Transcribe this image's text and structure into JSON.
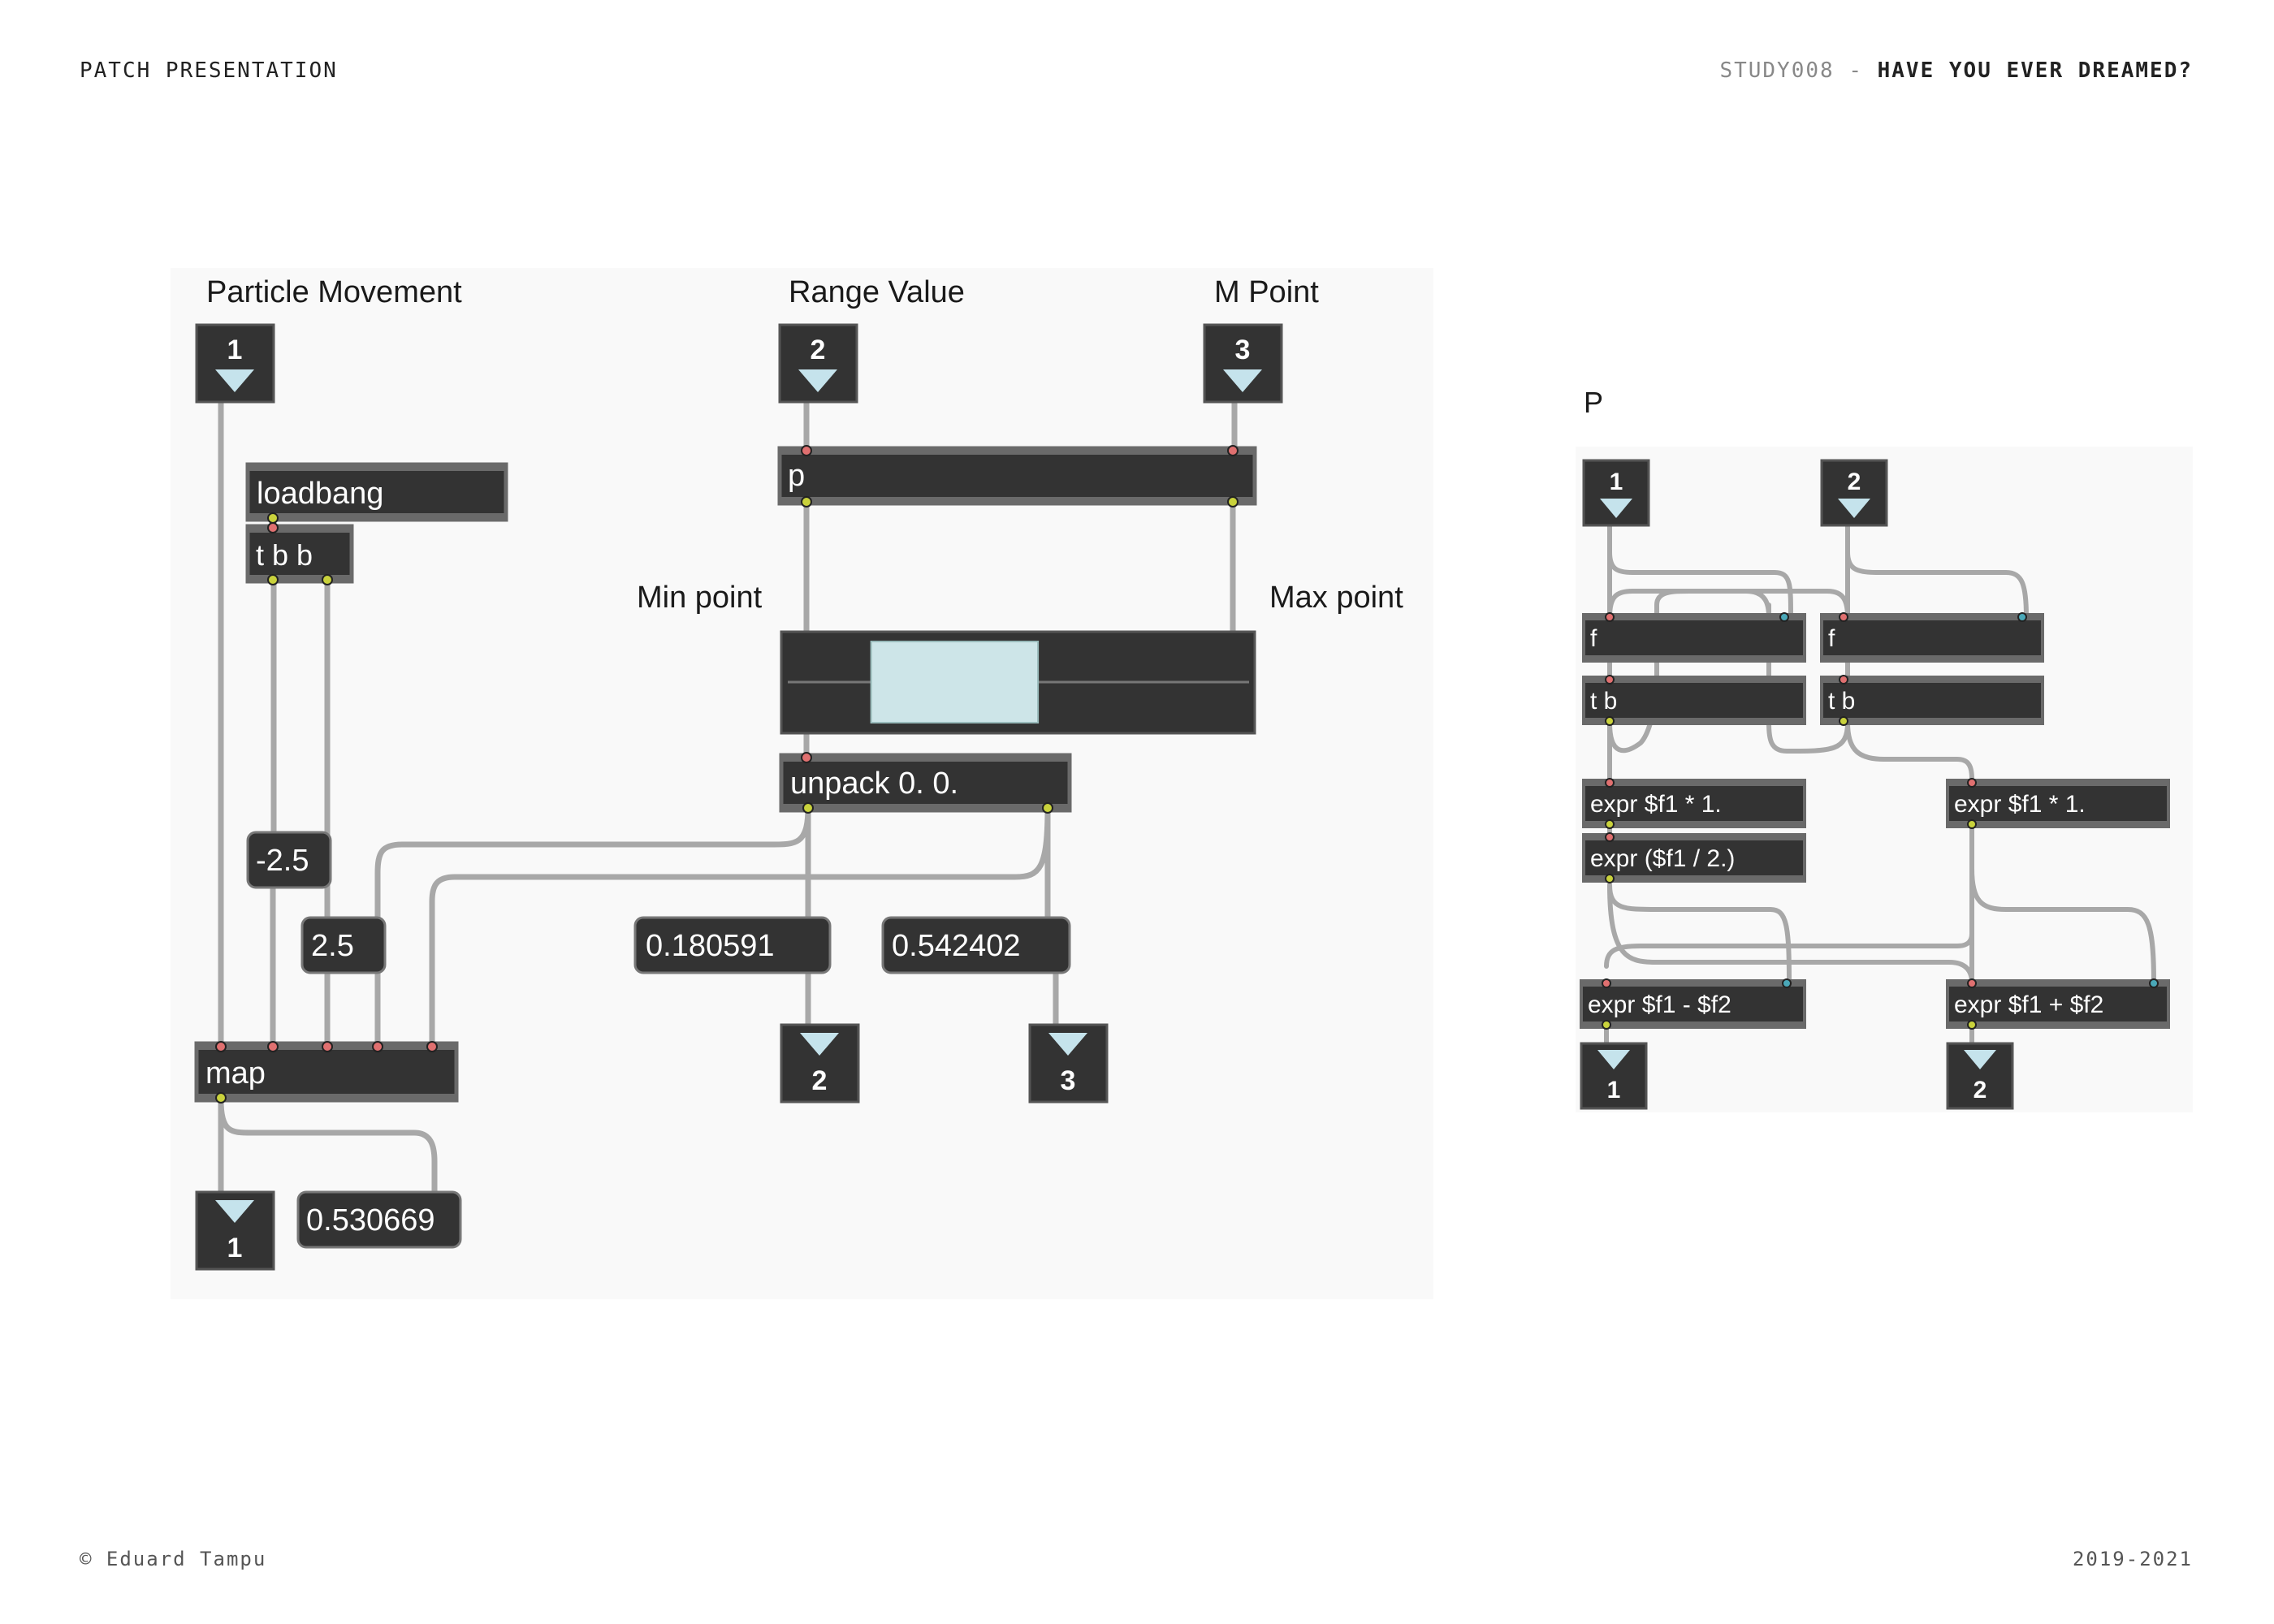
{
  "header": {
    "left": "PATCH PRESENTATION",
    "right_prefix": "STUDY008 - ",
    "right_title": "HAVE YOU EVER DREAMED?"
  },
  "footer": {
    "left": "© Eduard Tampu",
    "right": "2019-2021"
  },
  "main_patch": {
    "labels": {
      "particle_movement": "Particle Movement",
      "range_value": "Range Value",
      "m_point": "M Point",
      "min_point": "Min point",
      "max_point": "Max point"
    },
    "inlets": [
      "1",
      "2",
      "3"
    ],
    "objects": {
      "loadbang": "loadbang",
      "trigger": "t b b",
      "subpatch": "p",
      "unpack": "unpack 0. 0.",
      "map": "map"
    },
    "numbers": {
      "neg": "-2.5",
      "pos": "2.5",
      "out_left": "0.180591",
      "out_right": "0.542402",
      "map_out": "0.530669"
    },
    "outlets": [
      "1",
      "2",
      "3"
    ],
    "range_slider": {
      "min": 0.180591,
      "max": 0.542402
    }
  },
  "sub_patch": {
    "title": "P",
    "inlets": [
      "1",
      "2"
    ],
    "objects": {
      "f_left": "f",
      "f_right": "f",
      "tb_left": "t b",
      "tb_right": "t b",
      "expr_mul_left": "expr $f1 * 1.",
      "expr_mul_right": "expr $f1 * 1.",
      "expr_div": "expr ($f1 / 2.)",
      "expr_sub": "expr $f1 - $f2",
      "expr_add": "expr $f1 + $f2"
    },
    "outlets": [
      "1",
      "2"
    ]
  },
  "colors": {
    "object_fill": "#333333",
    "object_border": "#5a5a5a",
    "cable": "#a8a8a8",
    "arrow": "#c5e3ec",
    "slider_fill": "#cde5e8",
    "inlet_port": "#e07070",
    "outlet_port": "#c9d23c",
    "cold_inlet_port": "#4aa8b8"
  }
}
